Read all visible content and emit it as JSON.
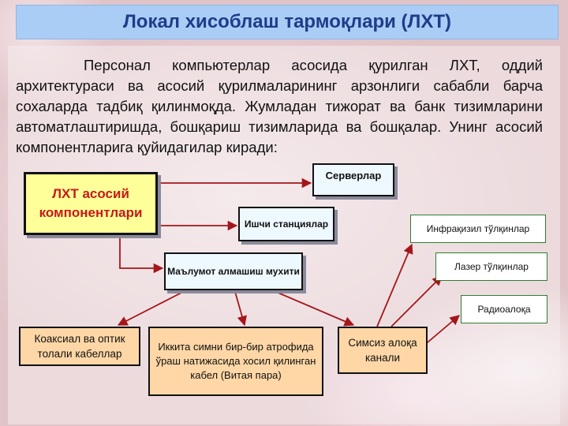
{
  "slide": {
    "title": "Локал хисоблаш тармоқлари (ЛХТ)",
    "intro": "Персонал компьютерлар асосида қурилган ЛХТ, оддий архитектураси ва асосий қурилмаларининг арзонлиги сабабли барча сохаларда тадбиқ қилинмоқда. Жумладан тижорат ва банк тизимларини автоматлаштиришда, бошқариш тизимларида ва бошқалар. Унинг асосий компонентларига қуйидагилар киради:"
  },
  "diagram": {
    "main": "ЛХТ асосий компонентлари",
    "servers": "Серверлар",
    "workstations": "Ишчи станциялар",
    "exchange_medium": "Маълумот алмашиш мухити",
    "coax": "Коаксиал ва оптик толали кабеллар",
    "twisted_pair": "Иккита симни бир-бир атрофида ўраш натижасида хосил қилинган кабел (Витая пара)",
    "wireless": "Симсиз алоқа канали",
    "infrared": "Инфрақизил тўлқинлар",
    "laser": "Лазер тўлқинлар",
    "radio": "Радиоалоқа"
  },
  "colors": {
    "title_bg": "#a9cdf5",
    "title_text": "#1f3c8a",
    "main_box_bg": "#ffff99",
    "main_box_text": "#c41a1a",
    "blue_box_bg": "#eef8ff",
    "orange_box_bg": "#ffd7a6",
    "arrow": "#a4161a"
  }
}
